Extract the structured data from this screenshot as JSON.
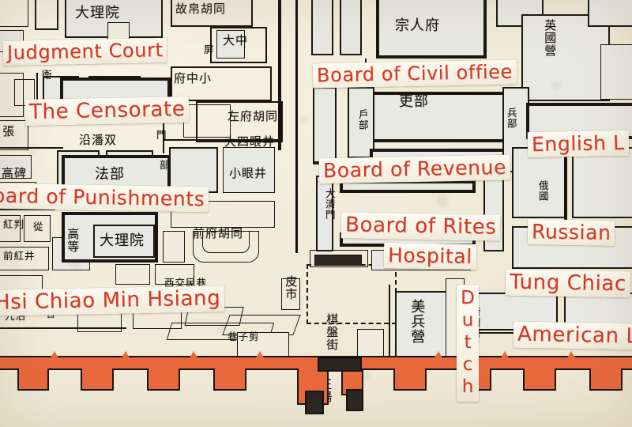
{
  "map": {
    "title": "Peking Legation Quarter (antique annotated map)",
    "paper_color": "#f1ebd9",
    "ink_color": "#1a1713",
    "annotation_color": "#d63a28",
    "wall_color": "#e9693c",
    "block_fill": "#dfe3e0"
  },
  "annotations": [
    {
      "id": "judgment-court",
      "label": "Judgment  Court",
      "orientation": "horizontal",
      "truncated": false
    },
    {
      "id": "the-censorate",
      "label": "The Censorate",
      "orientation": "horizontal",
      "truncated": false
    },
    {
      "id": "board-of-civil-office",
      "label": "Board of Civil offiee",
      "orientation": "horizontal",
      "truncated": false
    },
    {
      "id": "board-of-punishments",
      "label": "oard of Punishments",
      "orientation": "horizontal",
      "truncated": true
    },
    {
      "id": "board-of-revenue",
      "label": "Board of Revenue",
      "orientation": "horizontal",
      "truncated": false
    },
    {
      "id": "board-of-rites",
      "label": "Board of Rites",
      "orientation": "horizontal",
      "truncated": false
    },
    {
      "id": "english-legation",
      "label": "English L",
      "orientation": "horizontal",
      "truncated": true
    },
    {
      "id": "russian-legation",
      "label": "Russian",
      "orientation": "horizontal",
      "truncated": false
    },
    {
      "id": "hospital",
      "label": "Hospital",
      "orientation": "horizontal",
      "truncated": false
    },
    {
      "id": "tung-chiao",
      "label": "Tung Chiac",
      "orientation": "horizontal",
      "truncated": true
    },
    {
      "id": "hsi-chiao-min-hsiang",
      "label": "Hsi Chiao Min Hsiang",
      "orientation": "horizontal",
      "truncated": true
    },
    {
      "id": "dutch-legation",
      "label": "Dutch",
      "orientation": "vertical",
      "truncated": false
    },
    {
      "id": "american-legation",
      "label": "American L",
      "orientation": "horizontal",
      "truncated": true
    }
  ],
  "chinese_labels": [
    {
      "id": "dali-yuan-top",
      "text": "大理院"
    },
    {
      "id": "gubo-hutong",
      "text": "故帛胡同"
    },
    {
      "id": "zongren-fu",
      "text": "宗人府"
    },
    {
      "id": "ying-guo-ying",
      "text": "英國營"
    },
    {
      "id": "wei",
      "text": "衛"
    },
    {
      "id": "fu-zhong-xiao",
      "text": "府中小"
    },
    {
      "id": "da-zhong",
      "text": "大中"
    },
    {
      "id": "ping",
      "text": "屏"
    },
    {
      "id": "zuo-fu-hutong",
      "text": "左府胡同"
    },
    {
      "id": "da-si-yan-jing",
      "text": "大四眼井"
    },
    {
      "id": "zhang",
      "text": "張"
    },
    {
      "id": "yan-pan-shuang",
      "text": "沿潘双"
    },
    {
      "id": "men",
      "text": "門"
    },
    {
      "id": "fa-bu",
      "text": "法部"
    },
    {
      "id": "bu",
      "text": "部"
    },
    {
      "id": "gao-bei",
      "text": "高碑"
    },
    {
      "id": "xiao-yan-jing",
      "text": "小眼井"
    },
    {
      "id": "li-bu-right",
      "text": "吏部"
    },
    {
      "id": "hu-bu",
      "text": "戶部"
    },
    {
      "id": "bing-bu",
      "text": "兵部"
    },
    {
      "id": "e-guo",
      "text": "俄國"
    },
    {
      "id": "da-qing-men",
      "text": "大清門"
    },
    {
      "id": "gao-deng",
      "text": "高等"
    },
    {
      "id": "dali-yuan-low",
      "text": "大理院"
    },
    {
      "id": "qian-fu-hutong",
      "text": "前府胡同"
    },
    {
      "id": "hong-pan",
      "text": "紅判"
    },
    {
      "id": "hou",
      "text": "從"
    },
    {
      "id": "qian-hong-jing",
      "text": "前紅井"
    },
    {
      "id": "pi-shi",
      "text": "皮市"
    },
    {
      "id": "qi-pan-jie",
      "text": "棋盤街"
    },
    {
      "id": "mei-bing-ying",
      "text": "美兵營"
    },
    {
      "id": "he-lan-shu",
      "text": "荷蘭署"
    },
    {
      "id": "xi-jiao-min-xiang",
      "text": "西交民巷"
    },
    {
      "id": "xiang-zi",
      "text": "巷子剪"
    },
    {
      "id": "zheng-yang",
      "text": "正陽"
    },
    {
      "id": "jiu-bo",
      "text": "九泊"
    },
    {
      "id": "ge",
      "text": "各"
    }
  ]
}
